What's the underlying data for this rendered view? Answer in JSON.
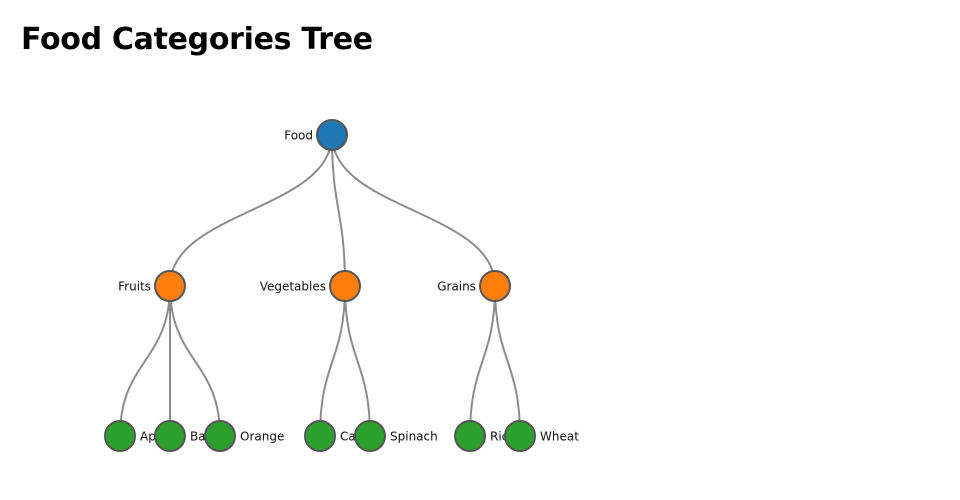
{
  "title": "Food Categories Tree",
  "colors": {
    "root": "#1f77b4",
    "category": "#ff7f0e",
    "leaf": "#2ca02c",
    "link": "#8c8c8c",
    "node_stroke": "#555555"
  },
  "tree": {
    "name": "Food",
    "children": [
      {
        "name": "Fruits",
        "children": [
          {
            "name": "Apple"
          },
          {
            "name": "Banana"
          },
          {
            "name": "Orange"
          }
        ]
      },
      {
        "name": "Vegetables",
        "children": [
          {
            "name": "Carrot"
          },
          {
            "name": "Spinach"
          }
        ]
      },
      {
        "name": "Grains",
        "children": [
          {
            "name": "Rice"
          },
          {
            "name": "Wheat"
          }
        ]
      }
    ]
  }
}
